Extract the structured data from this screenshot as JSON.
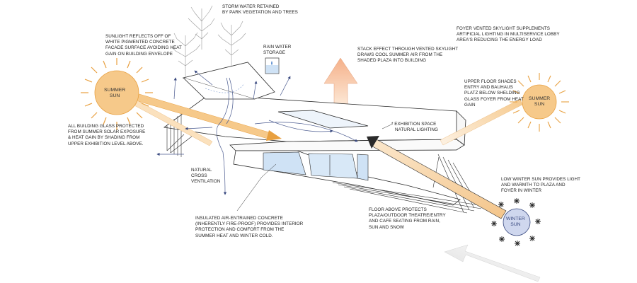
{
  "annotations": {
    "storm_water": [
      "STORM WATER RETAINED",
      "BY PARK VEGETATION AND TREES"
    ],
    "sunlight_reflects": [
      "SUNLIGHT REFLECTS OFF OF",
      "WHITE PIGMENTED CONCRETE",
      "FACADE SURFACE AVOIDING HEAT",
      "GAIN ON BUILDING ENVELOPE"
    ],
    "rain_water": [
      "RAIN WATER",
      "STORAGE"
    ],
    "foyer_skylight": [
      "FOYER VENTED SKYLIGHT SUPPLEMENTS",
      "ARTIFICIAL LIGHTING IN MULTISERVICE LOBBY",
      "AREA'S REDUCING THE ENERGY LOAD"
    ],
    "stack_effect": [
      "STACK EFFECT THROUGH VENTED SKYLIGHT",
      "DRAWS COOL SUMMER AIR FROM THE",
      "SHADED PLAZA INTO BUILDING"
    ],
    "upper_floor_shades": [
      "UPPER FLOOR SHADES",
      "ENTRY AND BAUHAUS",
      "PLATZ BELOW SHELDING",
      "GLASS FOYER FROM HEAT",
      "GAIN"
    ],
    "exhibition": [
      "* EXHIBITION SPACE",
      "NATURAL LIGHTING"
    ],
    "all_glass": [
      "ALL BUILDING GLASS PROTECTED",
      "FROM SUMMER SOLAR EXPOSURE",
      "& HEAT GAIN BY SHADING FROM",
      "UPPER EXHIBITION LEVEL ABOVE."
    ],
    "cross_ventilation": [
      "Natural",
      "Cross",
      "Ventilation"
    ],
    "insulated": [
      "INSULATED AIR-ENTRAINED CONCRETE",
      "(INHERENTLY FIRE-PROOF) PROVIDES INTERIOR",
      "PROTECTION AND COMFORT FROM THE",
      "SUMMER HEAT AND WINTER COLD."
    ],
    "floor_above": [
      "FLOOR ABOVE PROTECTS",
      "PLAZA/OUTDOOR THEATRE/ENTRY",
      "AND CAFE SEATING FROM RAIN,",
      "SUN AND SNOW"
    ],
    "low_winter": [
      "LOW WINTER SUN PROVIDES LIGHT",
      "AND  WARMTH TO PLAZA AND",
      "FOYER IN WINTER"
    ]
  },
  "suns": {
    "summer_left": [
      "SUMMER",
      "SUN"
    ],
    "summer_right": [
      "SUMMER",
      "SUN"
    ],
    "winter": [
      "WINTER",
      "SUN"
    ]
  },
  "colors": {
    "sun_fill": "#f6c98a",
    "sun_ray": "#e8a040",
    "warm_arrow": "#f7c98e",
    "glass": "#cfe2f5",
    "line": "#2a2a2a",
    "winter_sun": "#cfd7ee",
    "grey_arrow": "#e4e4e4"
  }
}
